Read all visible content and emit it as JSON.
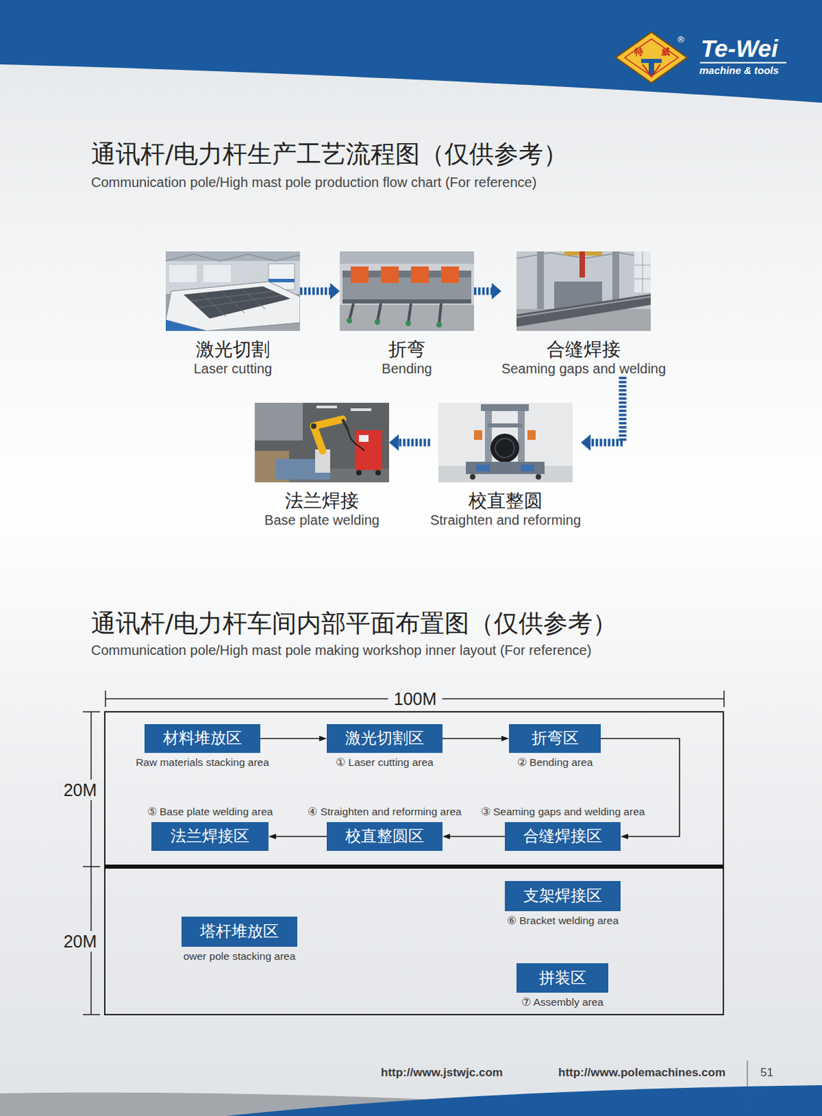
{
  "diagram": {
    "title": "通讯杆/电力杆生产工艺流程图（仅供参考）",
    "nodes": [
      {
        "text": [
          "激光切割",
          "Laser cutting"
        ]
      },
      {
        "text": [
          "折弯",
          "Bending"
        ]
      },
      {
        "text": [
          "合缝焊接",
          "Seaming gaps and welding"
        ]
      },
      {
        "text": [
          "校直整圆",
          "Straighten and reforming"
        ]
      },
      {
        "text": [
          "法兰焊接",
          "Base plate welding"
        ]
      },
      {
        "text": [
          "材料堆放区",
          "Raw materials stacking area"
        ]
      },
      {
        "text": [
          "激光切割区",
          "① Laser cutting area"
        ]
      },
      {
        "text": [
          "折弯区",
          "② Bending area"
        ]
      },
      {
        "text": [
          "合缝焊接区",
          "③ Seaming gaps and welding area"
        ]
      },
      {
        "text": [
          "校直整圆区",
          "④ Straighten and reforming area"
        ]
      },
      {
        "text": [
          "法兰焊接区",
          "⑤ Base plate welding area"
        ]
      },
      {
        "text": [
          "支架焊接区",
          "⑥ Bracket welding area"
        ]
      },
      {
        "text": [
          "塔杆堆放区",
          "ower pole stacking area"
        ]
      },
      {
        "text": [
          "拼装区",
          "⑦ Assembly area"
        ]
      }
    ],
    "edges": [
      {
        "from": 0,
        "to": 1,
        "arrow": "to"
      },
      {
        "from": 1,
        "to": 2,
        "arrow": "to"
      },
      {
        "from": 2,
        "to": 3,
        "arrow": "to"
      },
      {
        "from": 3,
        "to": 4,
        "arrow": "to"
      },
      {
        "from": 5,
        "to": 6,
        "arrow": "to"
      },
      {
        "from": 6,
        "to": 7,
        "arrow": "to"
      },
      {
        "from": 7,
        "to": 8,
        "arrow": "to"
      },
      {
        "from": 8,
        "to": 9,
        "arrow": "to"
      },
      {
        "from": 9,
        "to": 10,
        "arrow": "to"
      }
    ],
    "labels": [
      "Te-Wei",
      "machine & tools",
      "特",
      "威",
      "®",
      "Communication pole/High mast pole production flow chart (For reference)",
      "通讯杆/电力杆车间内部平面布置图（仅供参考）",
      "Communication pole/High mast pole making workshop inner layout (For reference)",
      "100M",
      "20M",
      "20M",
      "http://www.jstwjc.com",
      "http://www.polemachines.com",
      "51"
    ]
  }
}
